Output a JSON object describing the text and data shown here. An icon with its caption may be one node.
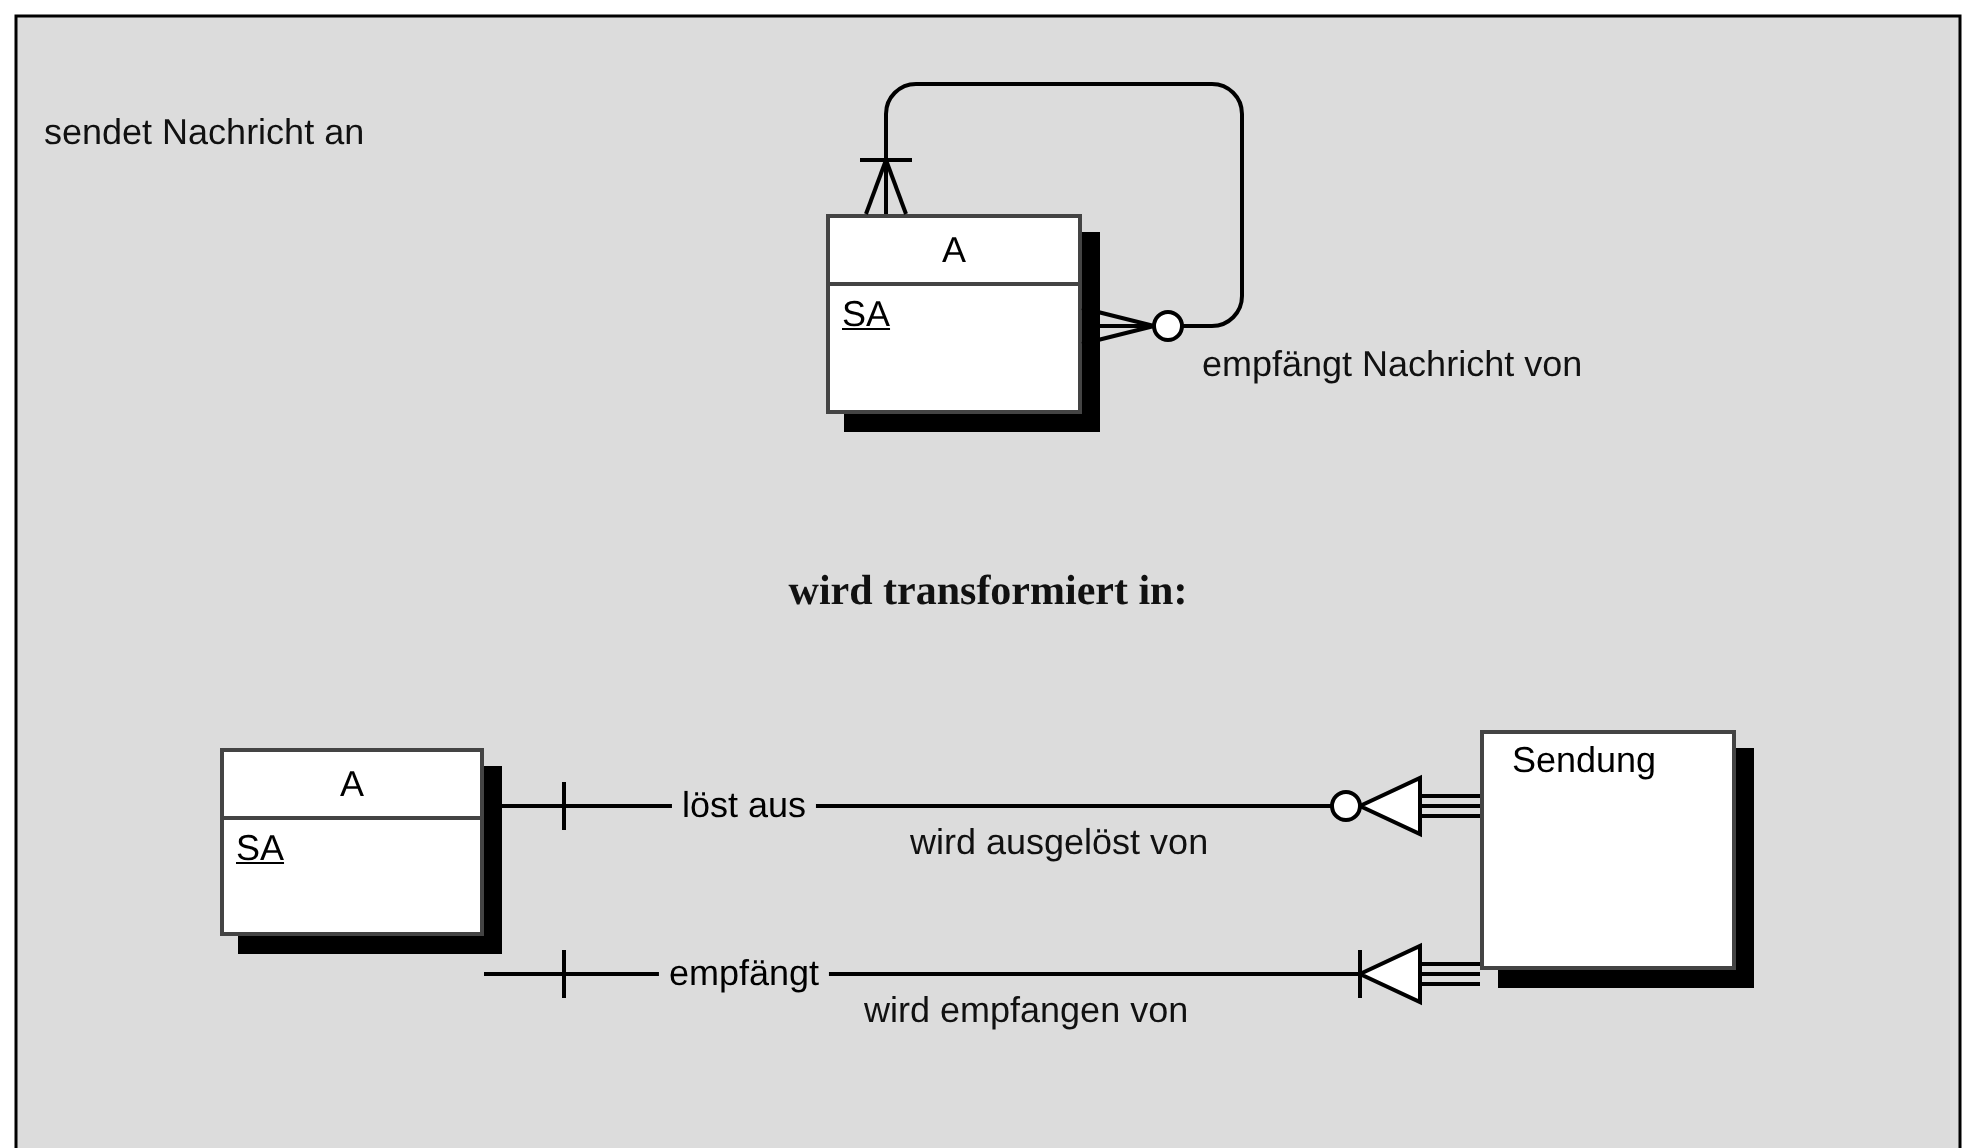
{
  "diagram": {
    "nodes": [
      {
        "text": [
          "A",
          "SA"
        ]
      },
      {
        "text": [
          "A",
          "SA"
        ]
      },
      {
        "text": [
          "Sendung"
        ]
      }
    ],
    "edges": [
      {
        "from": 0,
        "to": 0,
        "arrow": "other"
      },
      {
        "from": 1,
        "to": 2,
        "arrow": "other",
        "label": "löst aus"
      },
      {
        "from": 1,
        "to": 2,
        "arrow": "other",
        "label": "empfängt"
      }
    ],
    "labels": [
      "sendet Nachricht an",
      "empfängt Nachricht von",
      "wird transformiert in:",
      "wird ausgelöst von",
      "wird empfangen von"
    ]
  }
}
